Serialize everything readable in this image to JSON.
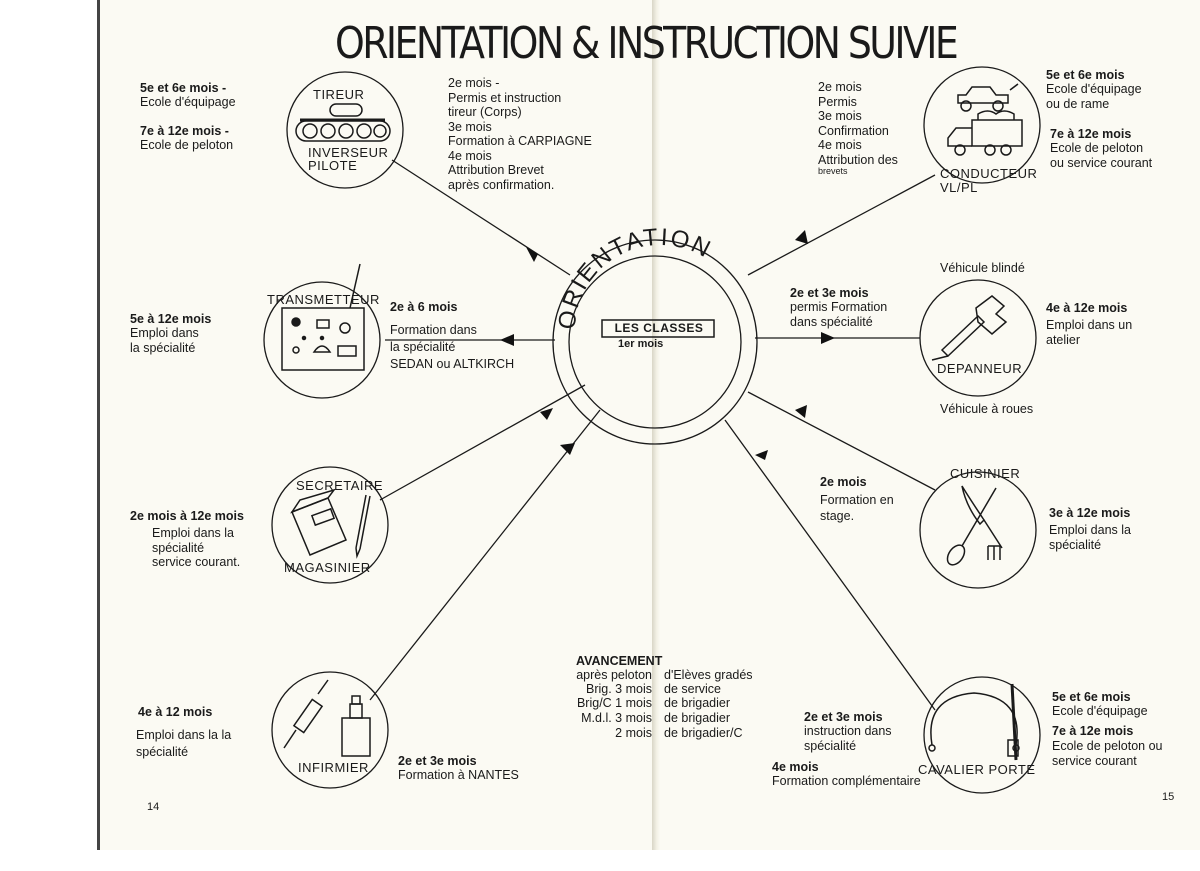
{
  "title": "ORIENTATION & INSTRUCTION SUIVIE",
  "hub": {
    "ring_text": "ORIENTATION",
    "box_label": "LES CLASSES",
    "sub_label": "1er mois"
  },
  "pages": {
    "left": "14",
    "right": "15"
  },
  "tireur": {
    "top_label": "TIREUR",
    "bottom_label": "INVERSEUR\nPILOTE",
    "outer_note": [
      {
        "bold": "5e et 6e mois -",
        "text": "Ecole d'équipage"
      },
      {
        "bold": "7e à 12e mois -",
        "text": "Ecole de peloton"
      }
    ],
    "inner_note": "2e mois -\nPermis et instruction\ntireur (Corps)\n3e mois\nFormation à CARPIAGNE\n4e mois\nAttribution Brevet\naprès confirmation."
  },
  "transmetteur": {
    "top_label": "TRANSMETTEUR",
    "outer_note": {
      "bold": "5e à 12e mois",
      "text": "Emploi dans\nla spécialité"
    },
    "inner_note": {
      "bold": "2e à 6 mois",
      "text": "Formation dans\nla spécialité\nSEDAN ou ALTKIRCH"
    }
  },
  "secretaire": {
    "top_label": "SECRETAIRE",
    "bottom_label": "MAGASINIER",
    "outer_note": {
      "bold": "2e mois à 12e mois",
      "text": "Emploi dans la\nspécialité\nservice courant."
    }
  },
  "infirmier": {
    "bottom_label": "INFIRMIER",
    "outer_note": {
      "bold": "4e à 12 mois",
      "text": "Emploi dans la la\nspécialité"
    },
    "inner_note": {
      "bold": "2e et 3e mois",
      "text": "Formation à NANTES"
    }
  },
  "avancement": {
    "title": "AVANCEMENT",
    "rows": [
      {
        "left": "après peloton",
        "right": "d'Elèves gradés"
      },
      {
        "left": "Brig. 3 mois",
        "right": "de service"
      },
      {
        "left": "Brig/C 1 mois",
        "right": "de brigadier"
      },
      {
        "left": "M.d.l. 3 mois",
        "right": "de brigadier"
      },
      {
        "left": "2 mois",
        "right": "de brigadier/C"
      }
    ]
  },
  "conducteur": {
    "bottom_label": "CONDUCTEUR\nVL/PL",
    "inner_note": "2e mois\nPermis\n3e mois\nConfirmation\n4e mois\nAttribution des",
    "inner_note_small": "brevets",
    "outer_note": [
      {
        "bold": "5e et 6e mois",
        "text": "Ecole d'équipage\nou de rame"
      },
      {
        "bold": "7e à 12e mois",
        "text": "Ecole de peloton\nou service courant"
      }
    ]
  },
  "depanneur": {
    "top_label": "Véhicule blindé",
    "bottom_label": "DEPANNEUR",
    "below_label": "Véhicule à roues",
    "inner_note": {
      "bold": "2e et 3e mois",
      "text": "permis Formation\ndans spécialité"
    },
    "outer_note": {
      "bold": "4e à 12e mois",
      "text": "Emploi dans un\natelier"
    }
  },
  "cuisinier": {
    "top_label": "CUISINIER",
    "inner_note": {
      "bold": "2e mois",
      "text": "Formation en\nstage."
    },
    "outer_note": {
      "bold": "3e à 12e mois",
      "text": "Emploi dans la\nspécialité"
    }
  },
  "cavalier": {
    "bottom_label": "CAVALIER PORTE",
    "inner_note": {
      "bold": "2e et 3e mois",
      "text": "instruction dans\nspécialité"
    },
    "inner_note2": {
      "bold": "4e mois",
      "text": "Formation complémentaire"
    },
    "outer_note": [
      {
        "bold": "5e et 6e mois",
        "text": "Ecole d'équipage"
      },
      {
        "bold": "7e à 12e mois",
        "text": "Ecole de peloton ou\nservice courant"
      }
    ]
  },
  "icons": {
    "tank": "tank-icon",
    "radio": "radio-set-icon",
    "box": "box-and-pen-icon",
    "syringe": "syringe-and-bottle-icon",
    "jeep": "jeep-icon",
    "truck": "truck-icon",
    "wrench": "wrench-icon",
    "cutlery": "knife-fork-spoon-icon",
    "rifle": "rifle-and-horseshoe-icon"
  }
}
